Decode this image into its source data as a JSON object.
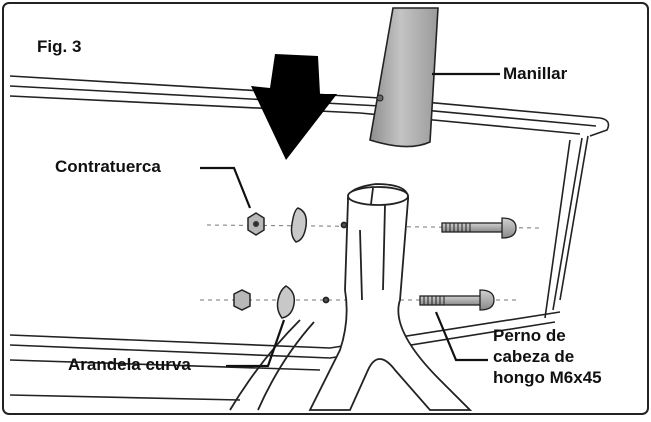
{
  "figure": {
    "label": "Fig. 3"
  },
  "labels": {
    "handlebar": "Manillar",
    "locknut": "Contratuerca",
    "curved_washer": "Arandela curva",
    "bolt_line1": "Perno de",
    "bolt_line2": "cabeza de",
    "bolt_line3": "hongo M6x45"
  },
  "colors": {
    "background": "#ffffff",
    "outline": "#111111",
    "tube_gray": "#a8a8a8",
    "arrow": "#000000"
  }
}
